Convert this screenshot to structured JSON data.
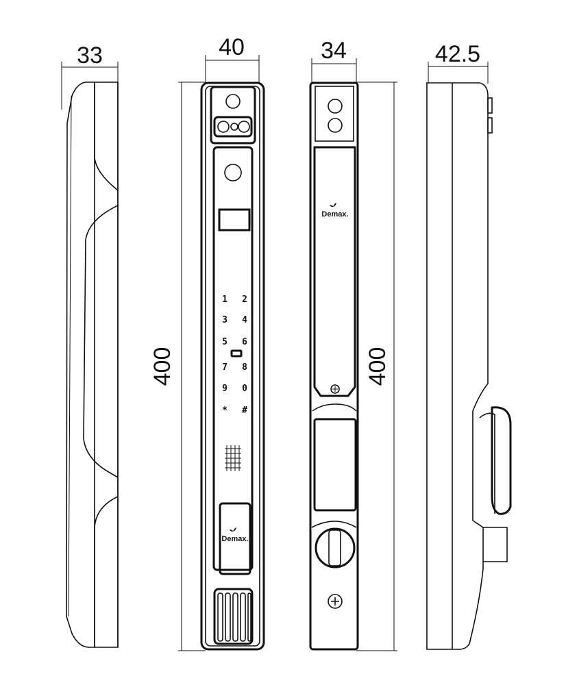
{
  "dimensions": {
    "side_left_depth": "33",
    "front_width": "40",
    "back_width": "34",
    "side_right_depth": "42.5",
    "front_height": "400",
    "back_height": "400"
  },
  "keypad": {
    "keys": [
      "1",
      "2",
      "3",
      "4",
      "5",
      "6",
      "7",
      "8",
      "9",
      "0",
      "*",
      "#"
    ]
  },
  "brand": {
    "logo_text": "Demax."
  }
}
